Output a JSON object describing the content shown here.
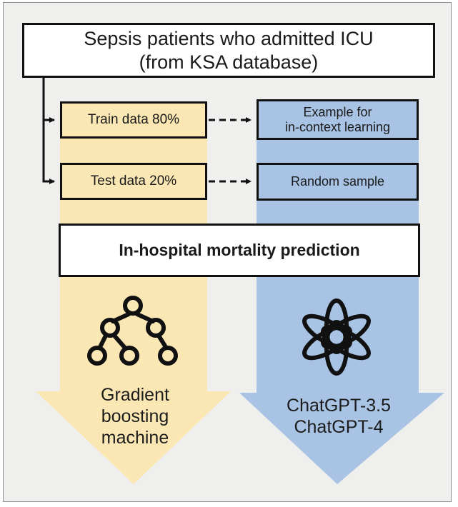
{
  "top_box": {
    "line1": "Sepsis patients who admitted ICU",
    "line2": "(from KSA database)"
  },
  "train_box": {
    "label": "Train data 80%"
  },
  "test_box": {
    "label": "Test data 20%"
  },
  "example_box": {
    "line1": "Example for",
    "line2": "in-context learning"
  },
  "random_box": {
    "label": "Random sample"
  },
  "prediction_box": {
    "label": "In-hospital mortality prediction"
  },
  "left_arrow": {
    "line1": "Gradient",
    "line2": "boosting",
    "line3": "machine",
    "icon": "tree-icon"
  },
  "right_arrow": {
    "line1": "ChatGPT-3.5",
    "line2": "ChatGPT-4",
    "icon": "openai-logo-icon"
  },
  "colors": {
    "yellow": "#fbe7b4",
    "blue": "#a8c3e3",
    "outline": "#111111",
    "background": "#efefed"
  }
}
